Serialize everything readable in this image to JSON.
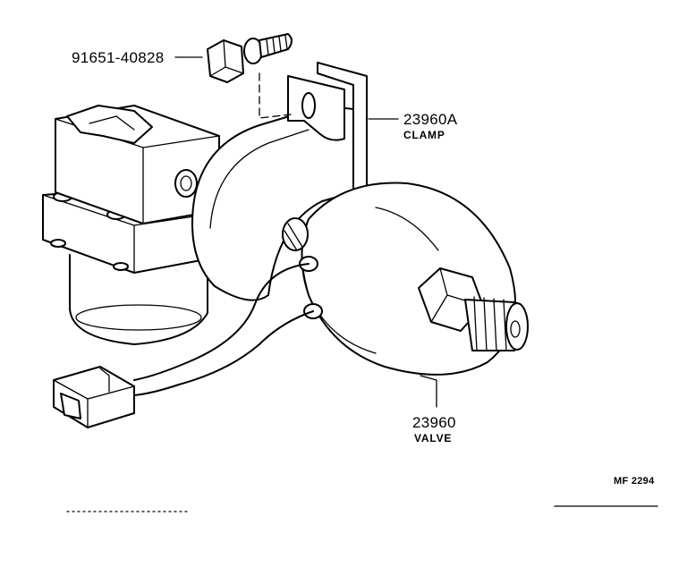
{
  "parts": [
    {
      "part_number": "91651-40828"
    },
    {
      "part_number": "23960A",
      "name": "CLAMP"
    },
    {
      "part_number": "23960",
      "name": "VALVE"
    }
  ],
  "diagram_code": "MF 2294",
  "colors": {
    "ink": "#000000",
    "paper": "#ffffff"
  }
}
